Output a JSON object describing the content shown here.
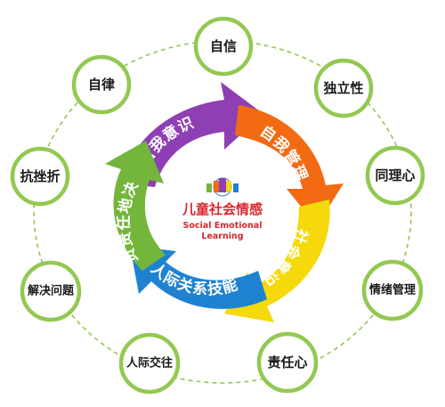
{
  "center": {
    "title": "儿童社会情感",
    "subtitle_line1": "Social Emotional",
    "subtitle_line2": "Learning"
  },
  "arrows": [
    {
      "label": "自我意识",
      "color": "#8e3fb3"
    },
    {
      "label": "自我管理",
      "color": "#f26a12"
    },
    {
      "label": "社会意识",
      "color": "#f5d90a"
    },
    {
      "label": "人际关系技能",
      "color": "#1f82d1"
    },
    {
      "label": "负责任地决策",
      "color": "#74b63c"
    }
  ],
  "nodes": [
    {
      "label": "自信"
    },
    {
      "label": "独立性"
    },
    {
      "label": "同理心"
    },
    {
      "label": "情绪管理"
    },
    {
      "label": "责任心"
    },
    {
      "label": "人际交往"
    },
    {
      "label": "解决问题"
    },
    {
      "label": "抗挫折"
    },
    {
      "label": "自律"
    }
  ],
  "colors": {
    "node_ring": "#93c852",
    "center_text": "#d7262b",
    "background": "#ffffff"
  }
}
